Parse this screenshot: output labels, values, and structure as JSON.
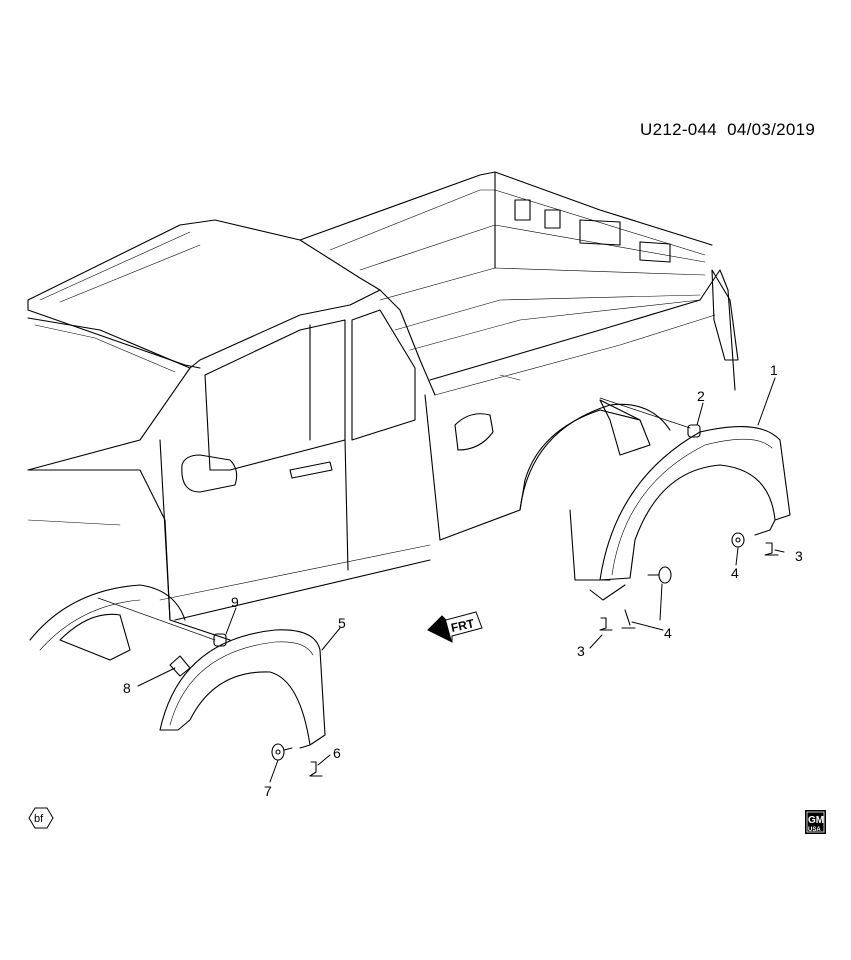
{
  "header": {
    "illustration_id": "U212-044",
    "date": "04/03/2019"
  },
  "callouts": {
    "c1": "1",
    "c2": "2",
    "c3a": "3",
    "c3b": "3",
    "c4a": "4",
    "c4b": "4",
    "c5": "5",
    "c6": "6",
    "c7": "7",
    "c8": "8",
    "c9": "9"
  },
  "direction_label": "FRT",
  "badge": "bf",
  "logo": {
    "top": "GM",
    "bottom": "USA"
  }
}
